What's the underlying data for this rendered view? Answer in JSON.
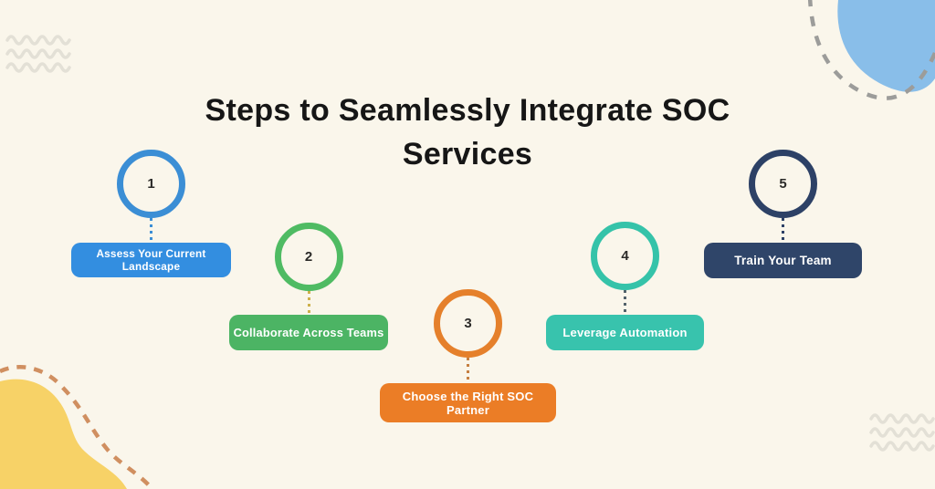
{
  "title": "Steps to Seamlessly Integrate SOC Services",
  "steps": [
    {
      "number": "1",
      "label": "Assess Your Current Landscape",
      "circle_color": "#3B8ED5",
      "box_color": "#338EE0",
      "connector_color": "#3B8ED5"
    },
    {
      "number": "2",
      "label": "Collaborate Across Teams",
      "circle_color": "#4FBB63",
      "box_color": "#4CB464",
      "connector_color": "#CDB14B"
    },
    {
      "number": "3",
      "label": "Choose the Right SOC Partner",
      "circle_color": "#E5802B",
      "box_color": "#EB7D26",
      "connector_color": "#C67F41"
    },
    {
      "number": "4",
      "label": "Leverage Automation",
      "circle_color": "#35C3A9",
      "box_color": "#38C3AD",
      "connector_color": "#52616A"
    },
    {
      "number": "5",
      "label": "Train Your Team",
      "circle_color": "#2D4166",
      "box_color": "#2F4569",
      "connector_color": "#2D4166"
    }
  ],
  "decorations": {
    "background": "#FAF6EB",
    "wave_color": "#E3E0D6",
    "blue_blob": "#89BEE9",
    "yellow_blob": "#F7D267",
    "gray_dash": "#9C9C9A",
    "orange_dash": "#D08F60"
  }
}
